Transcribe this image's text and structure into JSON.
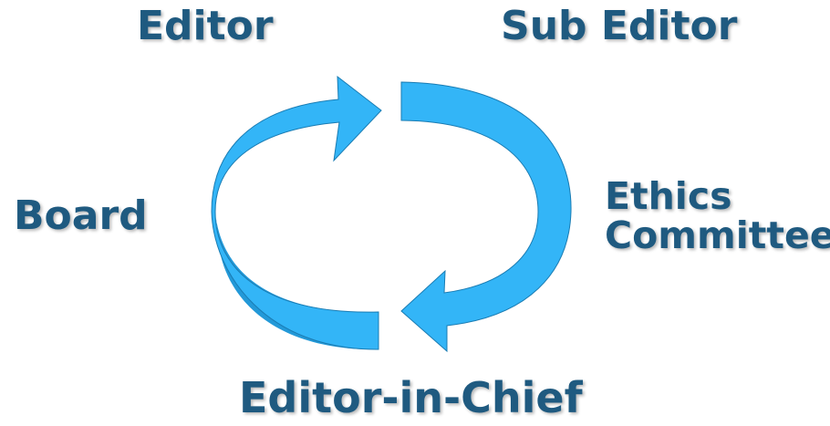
{
  "nodes": {
    "editor": "Editor",
    "sub_editor": "Sub Editor",
    "ethics_committee": [
      "Ethics",
      "Committee"
    ],
    "editor_in_chief": "Editor-in-Chief",
    "board": "Board"
  },
  "colors": {
    "label_text": "#1f5a80",
    "arrow_face": "#33b5f7",
    "arrow_side": "#2399d8",
    "arrow_edge": "#1a7cb3"
  }
}
